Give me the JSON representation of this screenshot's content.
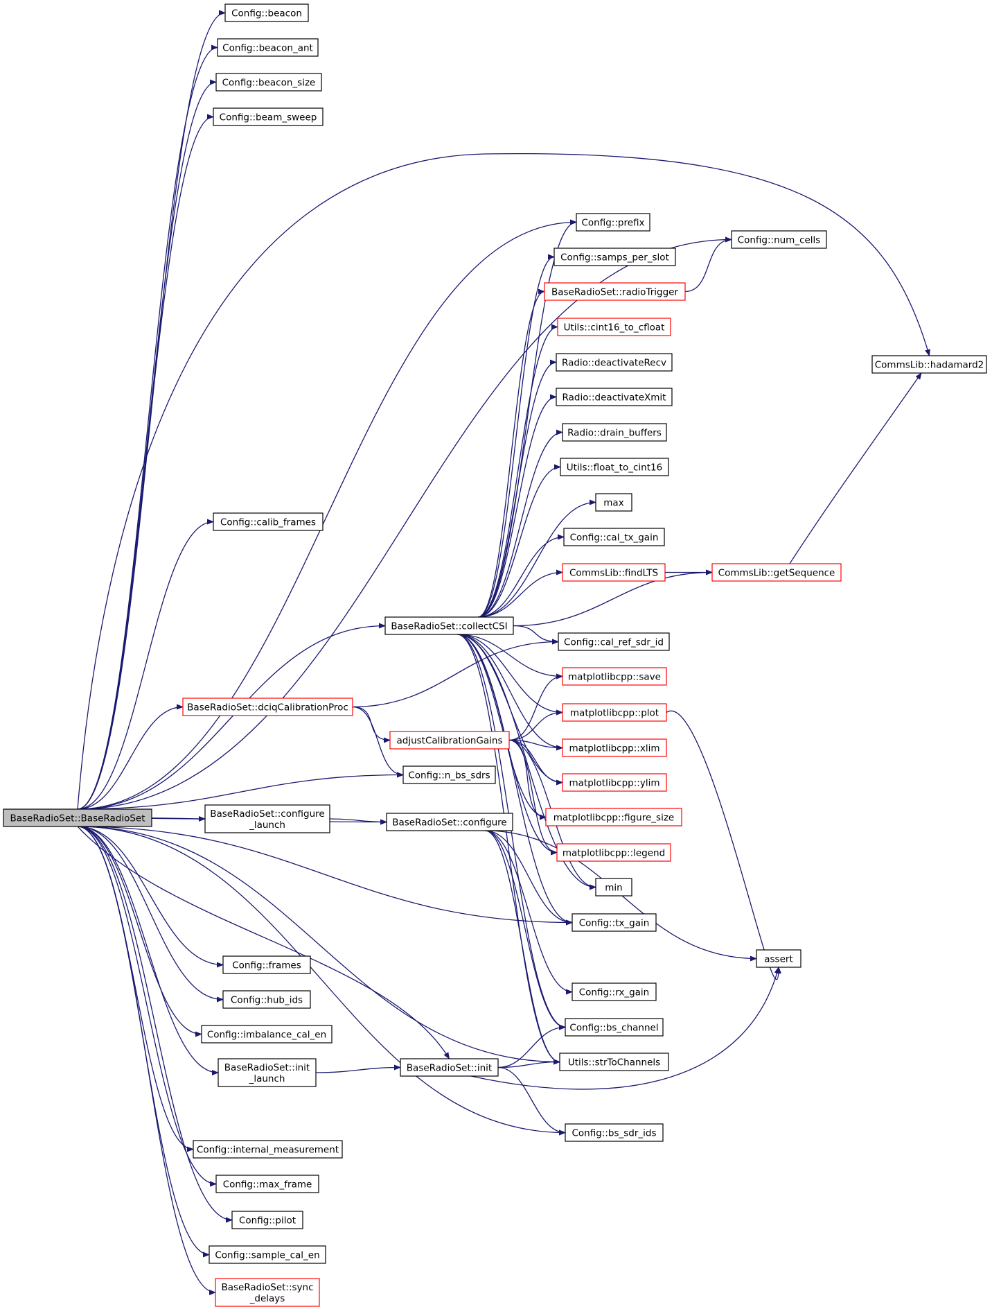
{
  "colors": {
    "edge": "#191970",
    "node_border": "#000000",
    "node_border_truncated": "#ff0000",
    "root_fill": "#bfbfbf"
  },
  "nodes": {
    "root": {
      "lines": [
        "BaseRadioSet::BaseRadioSet"
      ]
    },
    "beacon": {
      "lines": [
        "Config::beacon"
      ]
    },
    "beacon_ant": {
      "lines": [
        "Config::beacon_ant"
      ]
    },
    "beacon_size": {
      "lines": [
        "Config::beacon_size"
      ]
    },
    "beam_sweep": {
      "lines": [
        "Config::beam_sweep"
      ]
    },
    "calib_frames": {
      "lines": [
        "Config::calib_frames"
      ]
    },
    "dciq": {
      "lines": [
        "BaseRadioSet::dciqCalibrationProc"
      ]
    },
    "configure_launch": {
      "lines": [
        "BaseRadioSet::configure",
        "_launch"
      ]
    },
    "frames": {
      "lines": [
        "Config::frames"
      ]
    },
    "hub_ids": {
      "lines": [
        "Config::hub_ids"
      ]
    },
    "imbalance_cal_en": {
      "lines": [
        "Config::imbalance_cal_en"
      ]
    },
    "init_launch": {
      "lines": [
        "BaseRadioSet::init",
        "_launch"
      ]
    },
    "internal_measurement": {
      "lines": [
        "Config::internal_measurement"
      ]
    },
    "max_frame": {
      "lines": [
        "Config::max_frame"
      ]
    },
    "pilot": {
      "lines": [
        "Config::pilot"
      ]
    },
    "sample_cal_en": {
      "lines": [
        "Config::sample_cal_en"
      ]
    },
    "sync_delays": {
      "lines": [
        "BaseRadioSet::sync",
        "_delays"
      ]
    },
    "collectCSI": {
      "lines": [
        "BaseRadioSet::collectCSI"
      ]
    },
    "adjustGains": {
      "lines": [
        "adjustCalibrationGains"
      ]
    },
    "n_bs_sdrs": {
      "lines": [
        "Config::n_bs_sdrs"
      ]
    },
    "configure": {
      "lines": [
        "BaseRadioSet::configure"
      ]
    },
    "init": {
      "lines": [
        "BaseRadioSet::init"
      ]
    },
    "prefix": {
      "lines": [
        "Config::prefix"
      ]
    },
    "samps_per_slot": {
      "lines": [
        "Config::samps_per_slot"
      ]
    },
    "radioTrigger": {
      "lines": [
        "BaseRadioSet::radioTrigger"
      ]
    },
    "cint16_to_cfloat": {
      "lines": [
        "Utils::cint16_to_cfloat"
      ]
    },
    "deactivateRecv": {
      "lines": [
        "Radio::deactivateRecv"
      ]
    },
    "deactivateXmit": {
      "lines": [
        "Radio::deactivateXmit"
      ]
    },
    "drain_buffers": {
      "lines": [
        "Radio::drain_buffers"
      ]
    },
    "float_to_cint16": {
      "lines": [
        "Utils::float_to_cint16"
      ]
    },
    "max": {
      "lines": [
        "max"
      ]
    },
    "cal_tx_gain": {
      "lines": [
        "Config::cal_tx_gain"
      ]
    },
    "findLTS": {
      "lines": [
        "CommsLib::findLTS"
      ]
    },
    "cal_ref_sdr_id": {
      "lines": [
        "Config::cal_ref_sdr_id"
      ]
    },
    "save": {
      "lines": [
        "matplotlibcpp::save"
      ]
    },
    "plot": {
      "lines": [
        "matplotlibcpp::plot"
      ]
    },
    "xlim": {
      "lines": [
        "matplotlibcpp::xlim"
      ]
    },
    "ylim": {
      "lines": [
        "matplotlibcpp::ylim"
      ]
    },
    "figure_size": {
      "lines": [
        "matplotlibcpp::figure_size"
      ]
    },
    "legend": {
      "lines": [
        "matplotlibcpp::legend"
      ]
    },
    "min": {
      "lines": [
        "min"
      ]
    },
    "tx_gain": {
      "lines": [
        "Config::tx_gain"
      ]
    },
    "rx_gain": {
      "lines": [
        "Config::rx_gain"
      ]
    },
    "bs_channel": {
      "lines": [
        "Config::bs_channel"
      ]
    },
    "strToChannels": {
      "lines": [
        "Utils::strToChannels"
      ]
    },
    "bs_sdr_ids": {
      "lines": [
        "Config::bs_sdr_ids"
      ]
    },
    "num_cells": {
      "lines": [
        "Config::num_cells"
      ]
    },
    "getSequence": {
      "lines": [
        "CommsLib::getSequence"
      ]
    },
    "hadamard2": {
      "lines": [
        "CommsLib::hadamard2"
      ]
    },
    "assert": {
      "lines": [
        "assert"
      ]
    }
  },
  "edges": [
    [
      "root",
      "beacon"
    ],
    [
      "root",
      "beacon_ant"
    ],
    [
      "root",
      "beacon_size"
    ],
    [
      "root",
      "beam_sweep"
    ],
    [
      "root",
      "hadamard2"
    ],
    [
      "root",
      "num_cells"
    ],
    [
      "root",
      "calib_frames"
    ],
    [
      "root",
      "prefix"
    ],
    [
      "root",
      "collectCSI"
    ],
    [
      "root",
      "dciq"
    ],
    [
      "root",
      "n_bs_sdrs"
    ],
    [
      "root",
      "configure"
    ],
    [
      "root",
      "configure_launch"
    ],
    [
      "root",
      "tx_gain"
    ],
    [
      "root",
      "strToChannels"
    ],
    [
      "root",
      "init"
    ],
    [
      "root",
      "frames"
    ],
    [
      "root",
      "hub_ids"
    ],
    [
      "root",
      "imbalance_cal_en"
    ],
    [
      "root",
      "init_launch"
    ],
    [
      "root",
      "bs_sdr_ids"
    ],
    [
      "root",
      "internal_measurement"
    ],
    [
      "root",
      "max_frame"
    ],
    [
      "root",
      "pilot"
    ],
    [
      "root",
      "sample_cal_en"
    ],
    [
      "root",
      "sync_delays"
    ],
    [
      "collectCSI",
      "prefix"
    ],
    [
      "collectCSI",
      "samps_per_slot"
    ],
    [
      "collectCSI",
      "radioTrigger"
    ],
    [
      "collectCSI",
      "cint16_to_cfloat"
    ],
    [
      "collectCSI",
      "deactivateRecv"
    ],
    [
      "collectCSI",
      "deactivateXmit"
    ],
    [
      "collectCSI",
      "drain_buffers"
    ],
    [
      "collectCSI",
      "float_to_cint16"
    ],
    [
      "collectCSI",
      "max"
    ],
    [
      "collectCSI",
      "cal_tx_gain"
    ],
    [
      "collectCSI",
      "findLTS"
    ],
    [
      "collectCSI",
      "getSequence"
    ],
    [
      "collectCSI",
      "cal_ref_sdr_id"
    ],
    [
      "collectCSI",
      "save"
    ],
    [
      "collectCSI",
      "plot"
    ],
    [
      "collectCSI",
      "xlim"
    ],
    [
      "collectCSI",
      "ylim"
    ],
    [
      "collectCSI",
      "figure_size"
    ],
    [
      "collectCSI",
      "legend"
    ],
    [
      "collectCSI",
      "min"
    ],
    [
      "collectCSI",
      "tx_gain"
    ],
    [
      "collectCSI",
      "bs_channel"
    ],
    [
      "collectCSI",
      "strToChannels"
    ],
    [
      "radioTrigger",
      "num_cells"
    ],
    [
      "findLTS",
      "getSequence"
    ],
    [
      "getSequence",
      "hadamard2"
    ],
    [
      "dciq",
      "cal_ref_sdr_id"
    ],
    [
      "dciq",
      "adjustGains"
    ],
    [
      "dciq",
      "n_bs_sdrs"
    ],
    [
      "adjustGains",
      "save"
    ],
    [
      "adjustGains",
      "plot"
    ],
    [
      "adjustGains",
      "xlim"
    ],
    [
      "adjustGains",
      "ylim"
    ],
    [
      "adjustGains",
      "figure_size"
    ],
    [
      "adjustGains",
      "legend"
    ],
    [
      "adjustGains",
      "min"
    ],
    [
      "plot",
      "assert"
    ],
    [
      "configure_launch",
      "configure"
    ],
    [
      "configure",
      "tx_gain"
    ],
    [
      "configure",
      "rx_gain"
    ],
    [
      "configure",
      "bs_channel"
    ],
    [
      "configure",
      "strToChannels"
    ],
    [
      "configure",
      "assert"
    ],
    [
      "init_launch",
      "init"
    ],
    [
      "init",
      "bs_channel"
    ],
    [
      "init",
      "strToChannels"
    ],
    [
      "init",
      "assert"
    ],
    [
      "init",
      "bs_sdr_ids"
    ]
  ]
}
